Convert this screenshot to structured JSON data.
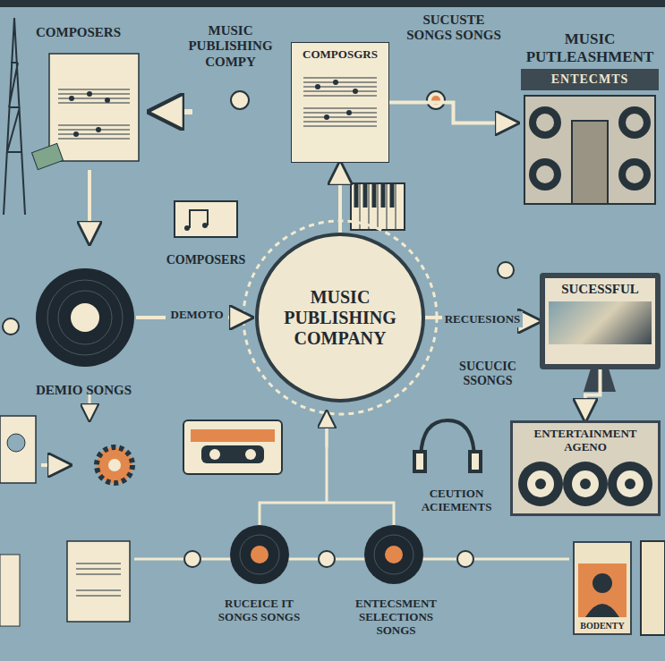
{
  "diagram": {
    "nodes": [
      {
        "text": [
          "COMPOSGRS"
        ]
      },
      {
        "text": [
          "MUSIC PUTLEASHMENT",
          "ENTECMTS"
        ]
      },
      {
        "text": [
          "MUSIC PUBLISHING COMPANY"
        ]
      },
      {
        "text": [
          "SUCESSFUL"
        ]
      },
      {
        "text": [
          "ENTERTAINMENT AGENO"
        ]
      },
      {
        "text": [
          "BODENTY"
        ]
      }
    ],
    "edges": [
      {
        "from": 2,
        "to": 0,
        "arrow": "to"
      },
      {
        "from": 0,
        "to": 1,
        "arrow": "to"
      },
      {
        "from": 2,
        "to": 3,
        "label": "RECUESIONS",
        "arrow": "to"
      },
      {
        "from": 3,
        "to": 4,
        "arrow": "to"
      }
    ],
    "labels": [
      "COMPOSERS",
      "MUSIC PUBLISHING COMPY",
      "SUCUSTE SONGS SONGS",
      "COMPOSERS",
      "DEMOTO",
      "DEMIO SONGS",
      "SUCUCIC SSONGS",
      "CEUTION ACIEMENTS",
      "RUCEICE IT SONGS SONGS",
      "ENTECSMENT SELECTIONS SONGS"
    ]
  }
}
